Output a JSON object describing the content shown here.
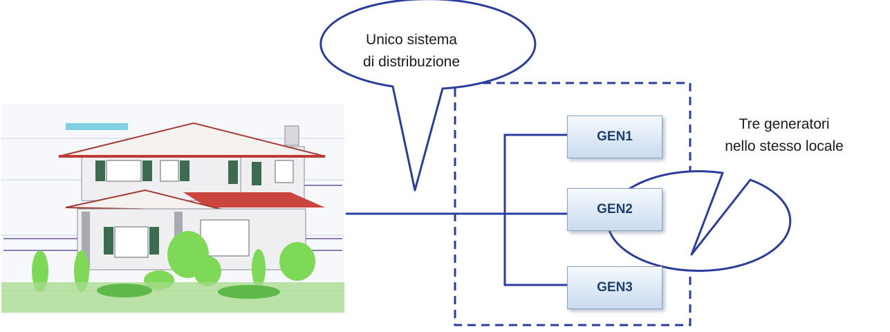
{
  "callouts": {
    "distribution": {
      "line1": "Unico sistema",
      "line2": "di distribuzione"
    },
    "generators": {
      "line1": "Tre generatori",
      "line2": "nello stesso locale"
    }
  },
  "generators": [
    {
      "label": "GEN1"
    },
    {
      "label": "GEN2"
    },
    {
      "label": "GEN3"
    }
  ],
  "colors": {
    "line": "#2a3c9e",
    "box_text": "#1f3f73",
    "roof": "#c03a33",
    "tree": "#7ed957",
    "shutter": "#3d6b4f"
  }
}
